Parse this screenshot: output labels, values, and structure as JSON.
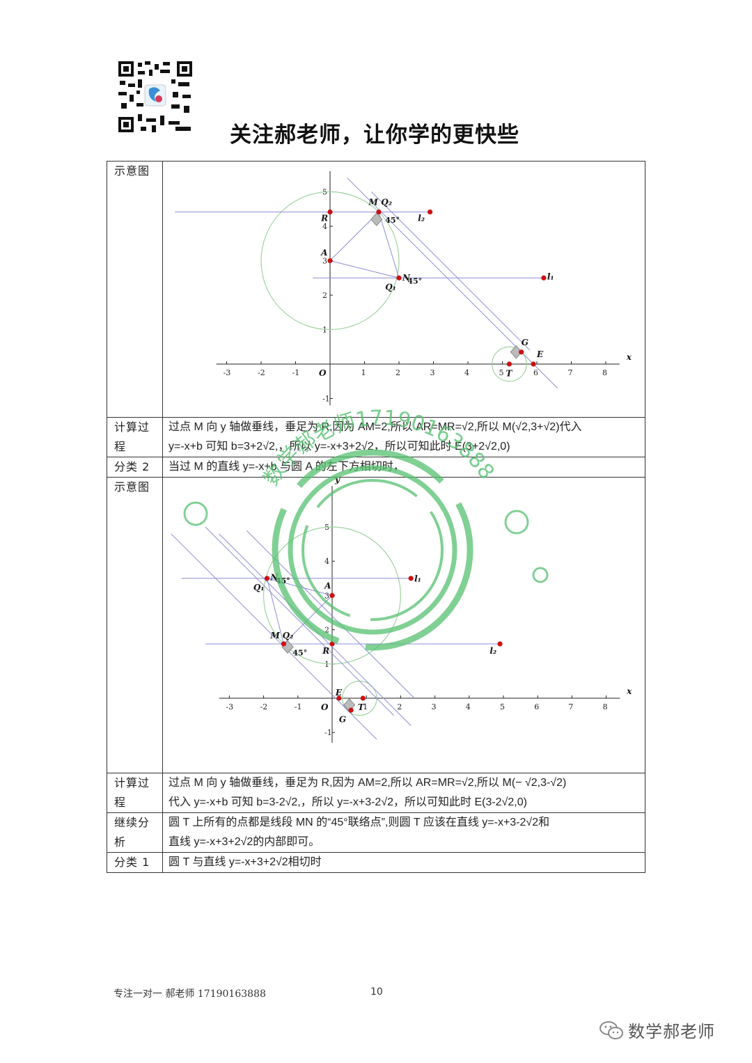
{
  "header": {
    "title": "关注郝老师，让你学的更快些",
    "qr": "qr-code-icon"
  },
  "rows": [
    {
      "label": "示意图",
      "type": "figure"
    },
    {
      "label": "计算过程",
      "text1": "过点 M 向 y 轴做垂线，垂足为 R,因为 AM=2,所以 AR=MR=√2,所以 M(√2,3+√2)代入",
      "text2": "y=-x+b 可知 b=3+2√2,，所以 y=-x+3+2√2，所以可知此时 E(3+2√2,0)"
    },
    {
      "label": "分类 2",
      "text1": "当过 M 的直线 y=-x+b 与圆 A 的左下方相切时，"
    },
    {
      "label": "示意图",
      "type": "figure"
    },
    {
      "label": "计算过程",
      "text1": "过点 M 向 y 轴做垂线，垂足为 R,因为 AM=2,所以 AR=MR=√2,所以 M(− √2,3-√2)",
      "text2": "代入 y=-x+b 可知 b=3-2√2,，所以 y=-x+3-2√2，所以可知此时 E(3-2√2,0)"
    },
    {
      "label": "继续分析",
      "text1": "圆 T 上所有的点都是线段 MN 的“45°联络点”,则圆 T 应该在直线 y=-x+3-2√2和",
      "text2": "直线 y=-x+3+2√2的内部即可。"
    },
    {
      "label": "分类 1",
      "text1": "圆 T 与直线 y=-x+3+2√2相切时"
    }
  ],
  "fig1": {
    "x_ticks": [
      "-3",
      "-2",
      "-1",
      "1",
      "2",
      "3",
      "4",
      "5",
      "6",
      "7",
      "8"
    ],
    "y_ticks": [
      "5",
      "4",
      "3",
      "2",
      "1",
      "-1"
    ],
    "labels": {
      "x": "x",
      "O": "O",
      "M": "M",
      "Q2": "Q₂",
      "R": "R",
      "A": "A",
      "N": "N",
      "Q1": "Q₁",
      "G": "G",
      "E": "E",
      "T": "T",
      "l1": "l₁",
      "l2": "l₂",
      "angle1": "45°",
      "angle2": "45°"
    }
  },
  "fig2": {
    "x_ticks": [
      "-3",
      "-2",
      "-1",
      "1",
      "2",
      "3",
      "4",
      "5",
      "6",
      "7",
      "8"
    ],
    "y_ticks": [
      "5",
      "4",
      "3",
      "2",
      "1",
      "-1"
    ],
    "labels": {
      "x": "x",
      "y": "y",
      "O": "O",
      "M": "M",
      "Q2": "Q₂",
      "R": "R",
      "A": "A",
      "N": "N",
      "Q1": "Q₁",
      "G": "G",
      "E": "E",
      "T": "T",
      "l1": "l₁",
      "l2": "l₂",
      "angle1": "45°",
      "angle2": "45°"
    }
  },
  "watermark": {
    "text": "数学郝老师17190163888",
    "color": "#4fbf6a"
  },
  "footer": {
    "left": "专注一对一  郝老师 17190163888",
    "page": "10",
    "brand": "数学郝老师"
  },
  "colors": {
    "axis": "#222222",
    "line": "#8c8cd8",
    "circle": "#9ed39e",
    "point": "#cc1111"
  }
}
